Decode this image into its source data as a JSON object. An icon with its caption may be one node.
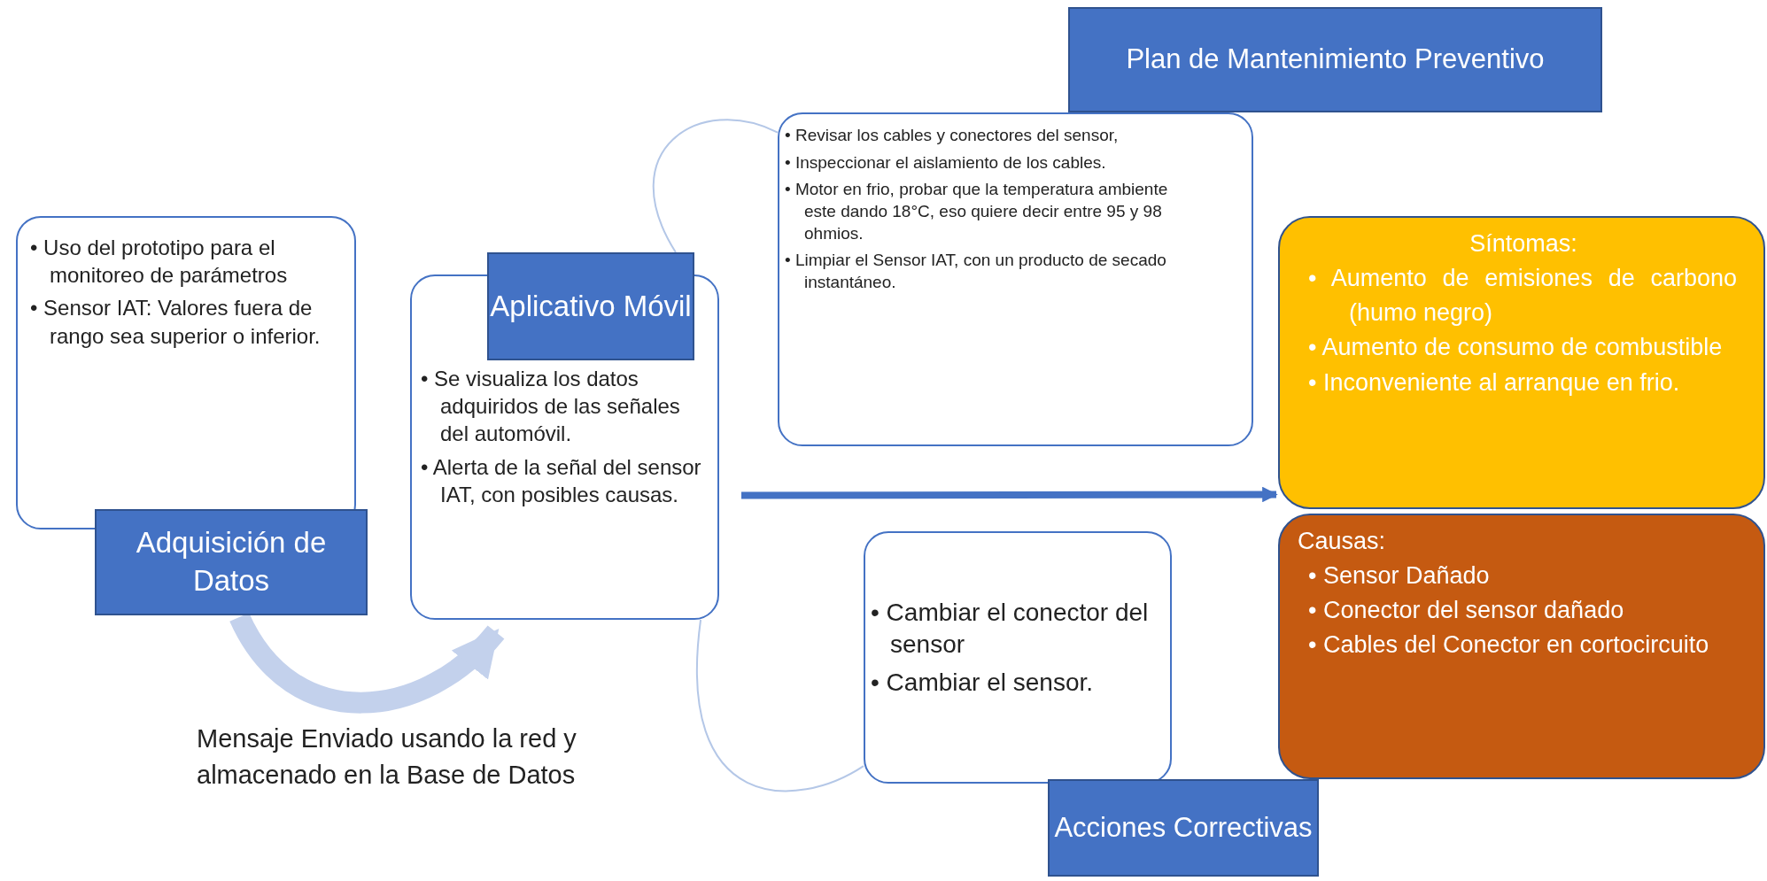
{
  "diagram": {
    "nodes": [
      {
        "text": [
          "• Uso del prototipo para el monitoreo de parámetros",
          "• Sensor IAT: Valores fuera de rango sea superior o inferior."
        ]
      },
      {
        "text": [
          "Adquisición de Datos"
        ]
      },
      {
        "text": [
          "• Se visualiza los datos adquiridos de las señales del automóvil.",
          "• Alerta de la señal del sensor IAT, con posibles causas."
        ]
      },
      {
        "text": [
          "Aplicativo Móvil"
        ]
      },
      {
        "text": [
          "Plan de Mantenimiento Preventivo"
        ]
      },
      {
        "text": [
          "• Revisar los cables y conectores del sensor,",
          "• Inspeccionar el aislamiento de los cables.",
          "• Motor en frio, probar que la temperatura ambiente este dando 18°C, eso quiere decir entre 95 y 98 ohmios.",
          "• Limpiar el Sensor IAT, con un producto de secado instantáneo."
        ]
      },
      {
        "text": [
          "Síntomas:",
          "•   Aumento de emisiones de carbono (humo negro)",
          "•   Aumento de consumo de combustible",
          "•   Inconveniente al arranque en frio."
        ]
      },
      {
        "text": [
          "Causas:",
          "•   Sensor Dañado",
          "•   Conector del sensor dañado",
          "•   Cables del Conector en cortocircuito"
        ]
      },
      {
        "text": [
          "• Cambiar el conector del sensor",
          "• Cambiar el sensor."
        ]
      },
      {
        "text": [
          "Acciones Correctivas"
        ]
      }
    ],
    "edges": [
      {
        "from": 1,
        "to": 2,
        "arrow": "to",
        "style": "thick",
        "color": "#c3d1ec"
      },
      {
        "from": 3,
        "to": 5,
        "arrow": "none",
        "color": "#b4c7e7"
      },
      {
        "from": 2,
        "to": 8,
        "arrow": "none",
        "color": "#b4c7e7"
      },
      {
        "from": 2,
        "to": 6,
        "arrow": "to",
        "style": "thick",
        "color": "#4472c4"
      }
    ],
    "labels": [
      "Mensaje Enviado usando la red y almacenado en la Base de Datos"
    ]
  }
}
